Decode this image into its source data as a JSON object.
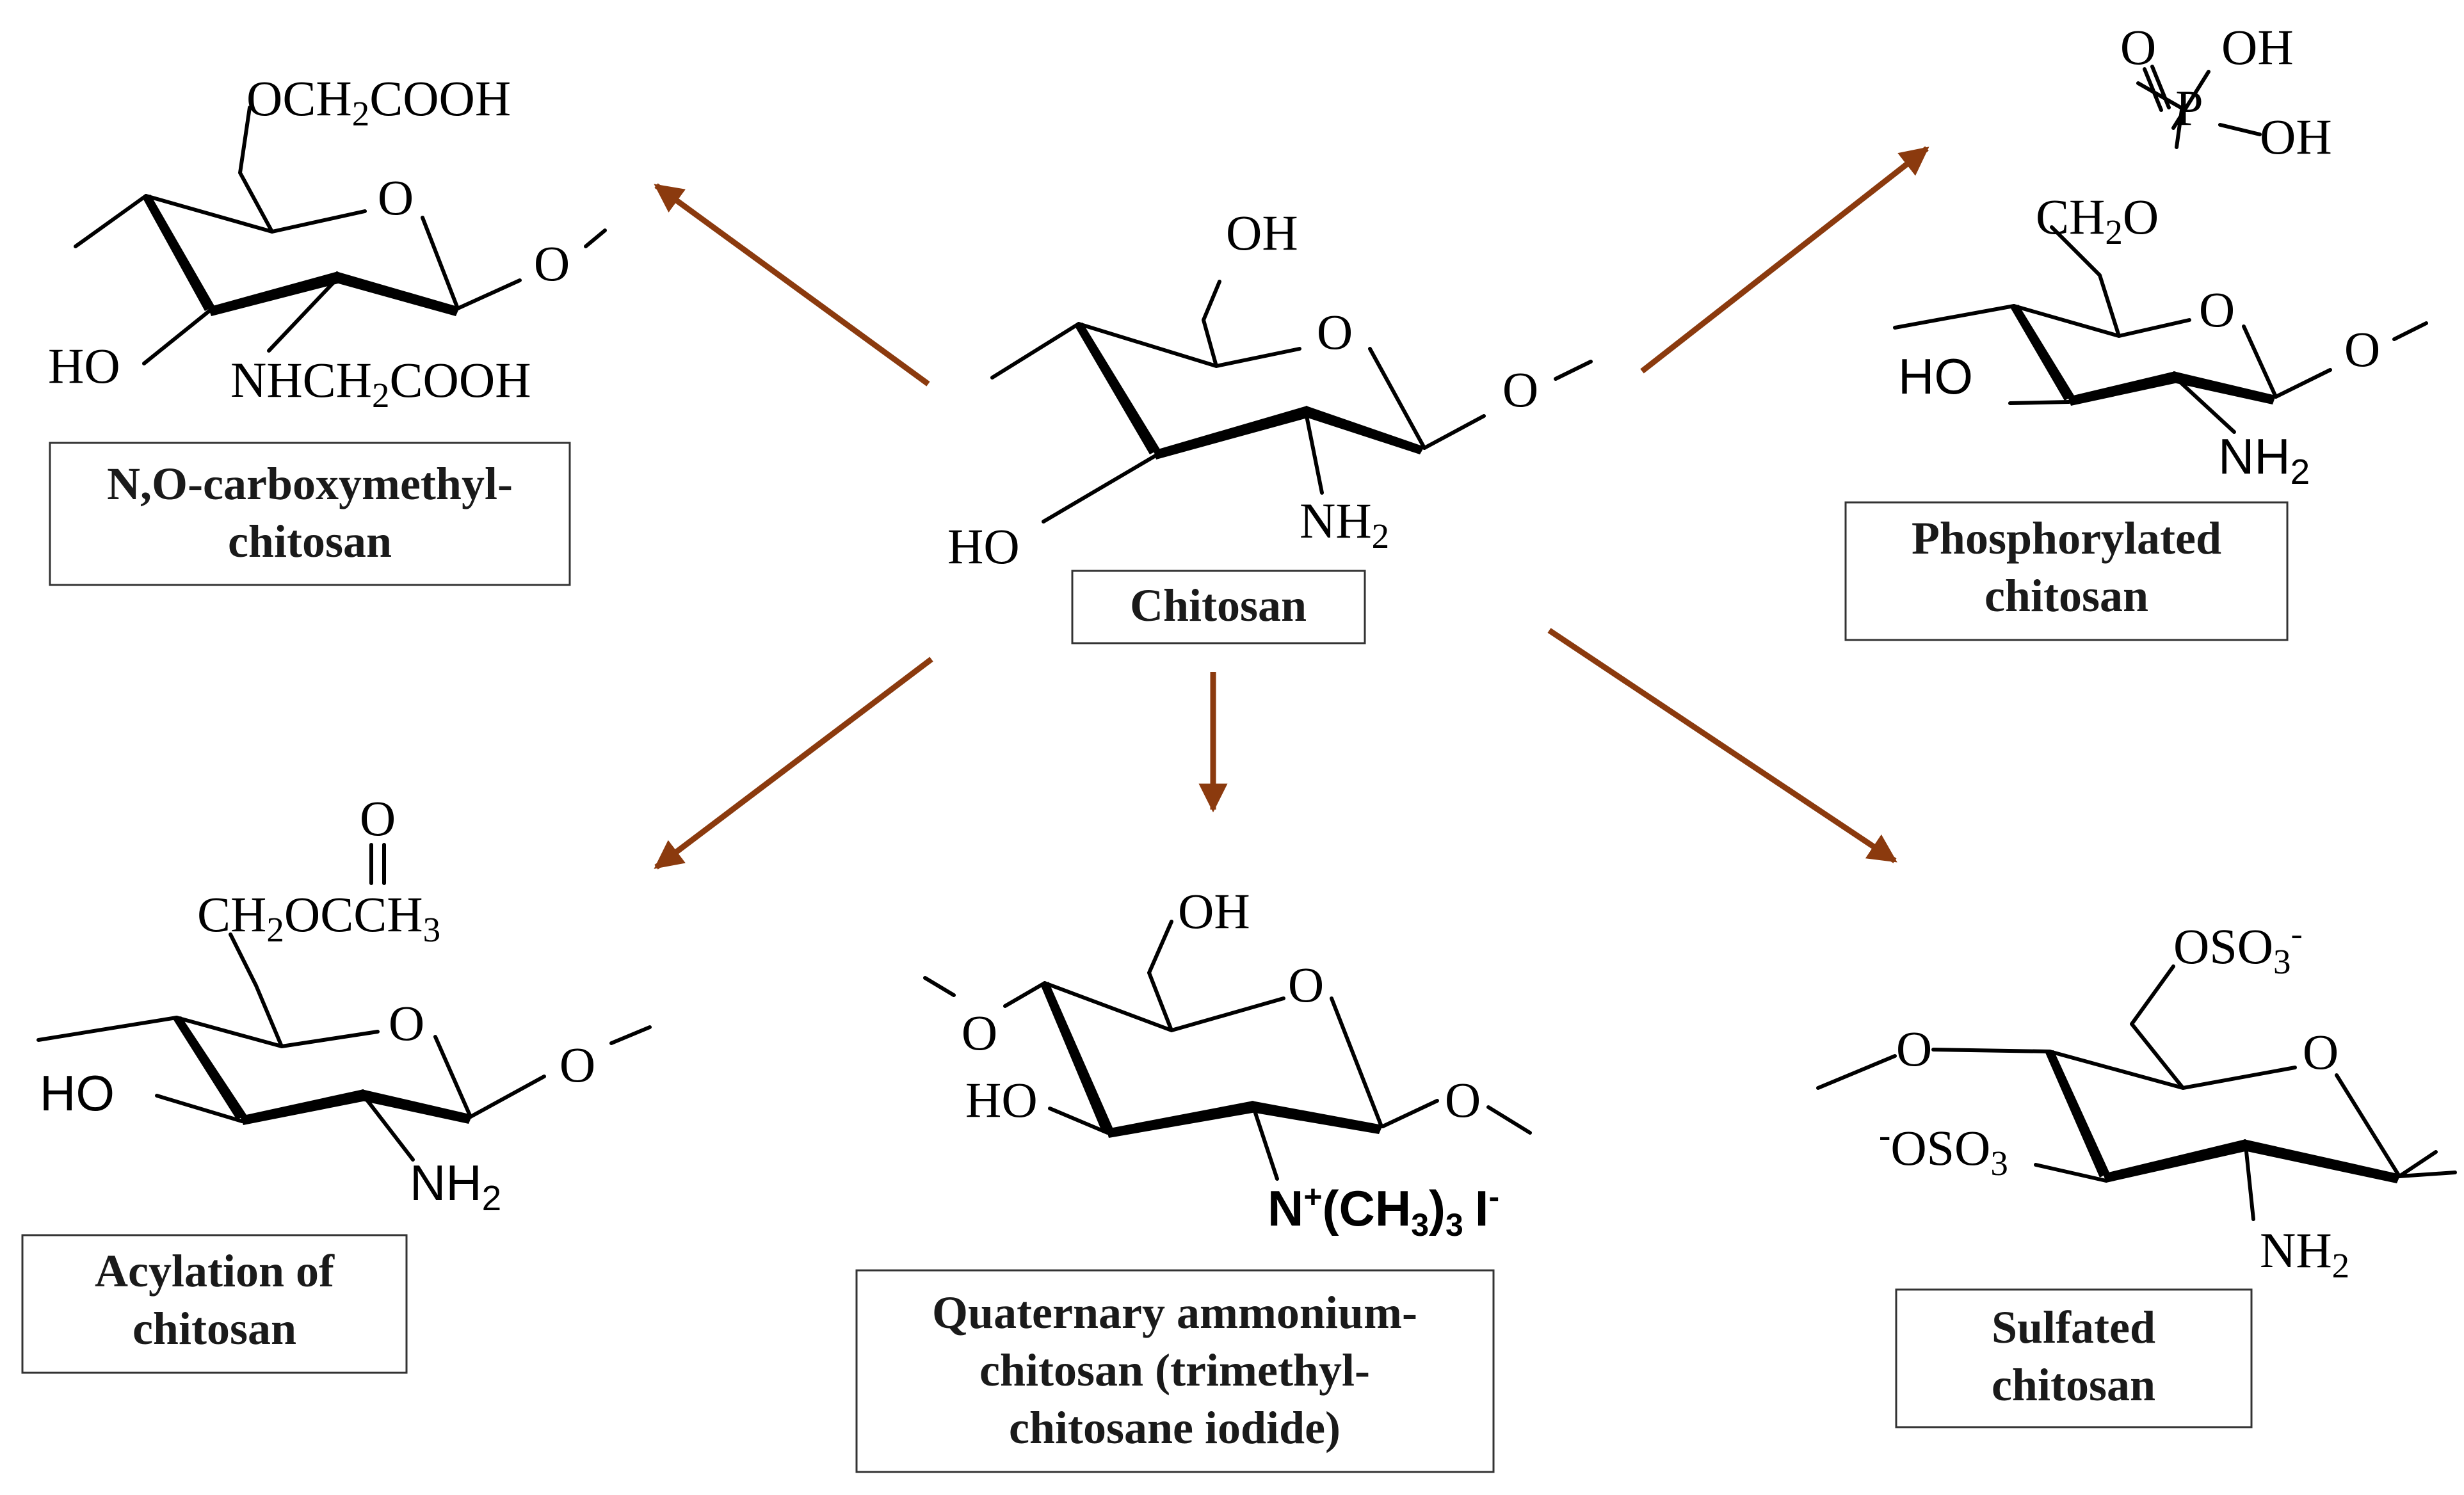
{
  "diagram": {
    "center": {
      "label": "Chitosan",
      "groups": {
        "oh_top": "OH",
        "ring_o": "O",
        "glyco_o": "O",
        "ho": "HO",
        "nh2": "NH",
        "nh2_sub": "2"
      }
    },
    "carboxymethyl": {
      "label_lines": [
        "N,O-carboxymethyl-",
        "chitosan"
      ],
      "groups": {
        "top": "OCH",
        "top_sub": "2",
        "top_rest": "COOH",
        "ring_o": "O",
        "glyco_o": "O",
        "ho": "HO",
        "n": "NHCH",
        "n_sub": "2",
        "n_rest": "COOH"
      }
    },
    "phosphorylated": {
      "label_lines": [
        "Phosphorylated",
        "chitosan"
      ],
      "groups": {
        "p_o": "O",
        "p": "P",
        "oh1": "OH",
        "oh2": "OH",
        "ch2o": "CH",
        "ch2o_sub": "2",
        "ch2o_rest": "O",
        "ring_o": "O",
        "glyco_o": "O",
        "ho": "HO",
        "nh2": "NH",
        "nh2_sub": "2"
      }
    },
    "acylation": {
      "label_lines": [
        "Acylation of",
        "chitosan"
      ],
      "groups": {
        "carbonyl_o": "O",
        "top": "CH",
        "top_sub": "2",
        "top_mid": "OCCH",
        "top_sub2": "3",
        "ring_o": "O",
        "glyco_o": "O",
        "ho": "HO",
        "nh2": "NH",
        "nh2_sub": "2"
      }
    },
    "quaternary": {
      "label_lines": [
        "Quaternary ammonium-",
        "chitosan (trimethyl-",
        "chitosane iodide)"
      ],
      "groups": {
        "oh_top": "OH",
        "ring_o": "O",
        "left_o": "O",
        "glyco_o": "O",
        "ho": "HO",
        "n": "N",
        "n_sup": "+",
        "n_rest": "(CH",
        "n_sub": "3",
        "n_close": ")",
        "n_sub2": "3",
        "iodide": "I",
        "iodide_sup": "-"
      }
    },
    "sulfated": {
      "label_lines": [
        "Sulfated",
        "chitosan"
      ],
      "groups": {
        "top": "OSO",
        "top_sub": "3",
        "top_sup": "-",
        "ring_o": "O",
        "left_o": "O",
        "oso_sup": "-",
        "oso": "OSO",
        "oso_sub": "3",
        "nh2": "NH",
        "nh2_sub": "2"
      }
    },
    "arrow_color": "#8b3a0e"
  }
}
